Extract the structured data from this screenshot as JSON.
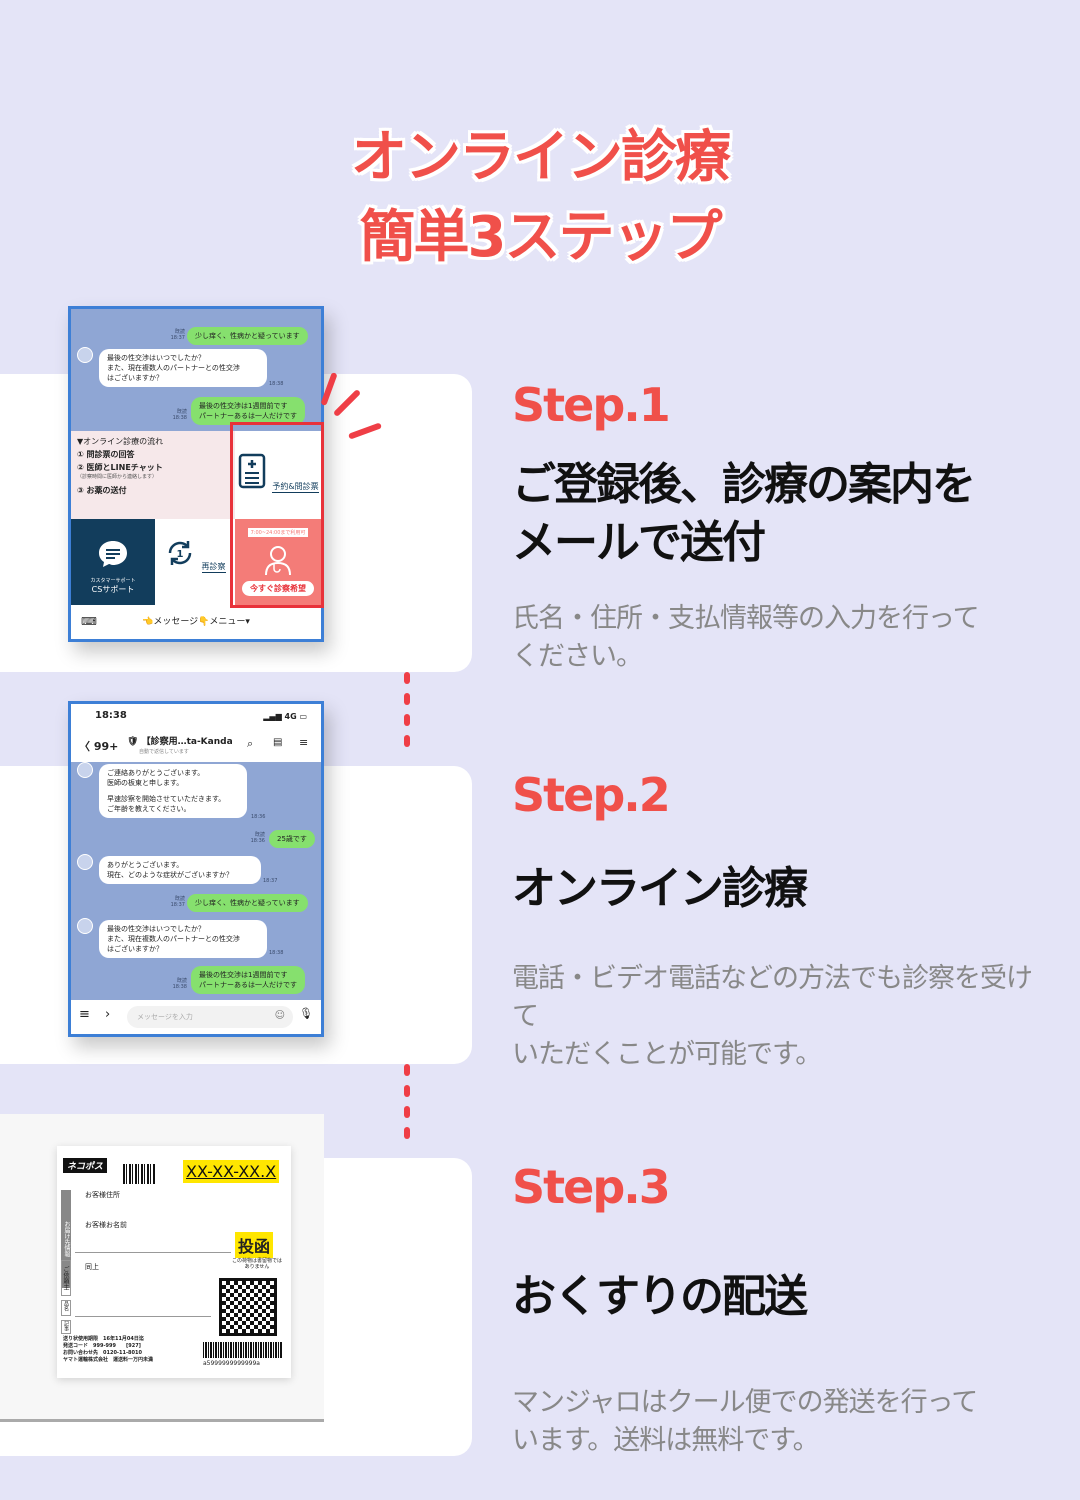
{
  "header": {
    "title_line1": "オンライン診療",
    "title_line2": "簡単3ステップ"
  },
  "steps": [
    {
      "label": "Step.1",
      "heading_line1": "ご登録後、診療の案内を",
      "heading_line2": "メールで送付",
      "desc_line1": "氏名・住所・支払情報等の入力を行って",
      "desc_line2": "ください。"
    },
    {
      "label": "Step.2",
      "heading_line1": "オンライン診療",
      "desc_line1": "電話・ビデオ電話などの方法でも診察を受けて",
      "desc_line2": "いただくことが可能です。"
    },
    {
      "label": "Step.3",
      "heading_line1": "おくすりの配送",
      "desc_line1": "マンジャロはクール便での発送を行って",
      "desc_line2": "います。送料は無料です。"
    }
  ],
  "shot1": {
    "msg_symptom": "少し痒く、性病かと疑っています",
    "msg_symptom_time": "既読\n18:37",
    "msg_q_line1": "最後の性交渉はいつでしたか？",
    "msg_q_line2": "また、現在複数人のパートナーとの性交渉",
    "msg_q_line3": "はございますか？",
    "msg_q_time": "18:38",
    "msg_a_line1": "最後の性交渉は1週間前です",
    "msg_a_line2": "パートナーあるは一人だけです",
    "msg_a_time": "既読\n18:38",
    "flow_title": "▼オンライン診療の流れ",
    "flow_1": "① 問診票の回答",
    "flow_2": "② 医師とLINEチャット",
    "flow_2_note": "（診察時間に医師から連絡します）",
    "flow_3": "③ お薬の送付",
    "yoyaku_label": "予約&問診票",
    "hours_badge": "7:00~24:00まで利用可",
    "now_label": "今すぐ診察希望",
    "cs_small": "カスタマーサポート",
    "cs_label": "CSサポート",
    "re_label": "再診察",
    "bottom_menu": "👈メッセージ👇メニュー▾"
  },
  "shot2": {
    "time": "18:38",
    "signal": "4G",
    "back_count": "99+",
    "chat_title": "【診察用…ta-Kanda",
    "chat_sub": "自動で返信しています",
    "m1_line1": "ご連絡ありがとうございます。",
    "m1_line2": "医師の板東と申します。",
    "m1_line3": "早速診察を開始させていただきます。",
    "m1_line4": "ご年齢を教えてください。",
    "m1_time": "18:36",
    "m2": "25歳です",
    "m2_time": "既読\n18:36",
    "m3_line1": "ありがとうございます。",
    "m3_line2": "現在、どのような症状がございますか？",
    "m3_time": "18:37",
    "m4": "少し痒く、性病かと疑っています",
    "m4_time": "既読\n18:37",
    "m5_line1": "最後の性交渉はいつでしたか？",
    "m5_line2": "また、現在複数人のパートナーとの性交渉",
    "m5_line3": "はございますか？",
    "m5_time": "18:38",
    "m6_line1": "最後の性交渉は1週間前です",
    "m6_line2": "パートナーあるは一人だけです",
    "m6_time": "既読\n18:38",
    "input_placeholder": "メッセージを入力"
  },
  "parcel": {
    "brand": "ネコポス",
    "code": "XX-XX-XX.X",
    "addr_label": "お客様住所",
    "name_label": "お客様お名前",
    "dest_side": "お届け先情報",
    "same": "同上",
    "sender_side": "ご依頼主",
    "item_side": "品名",
    "note_side": "記事",
    "toukan": "投函",
    "toukan_note": "この荷物は書留物ではありません",
    "foot1": "送り状使用期限　16年11月04日迄",
    "foot2": "発送コード　999-999　　[927]",
    "foot3": "お問い合わせ先　0120-11-8010",
    "foot4": "ヤマト運輸株式会社　運送料一万円未満",
    "barcode_num": "a5999999999999a"
  },
  "colors": {
    "accent": "#f0504a",
    "background": "#e4e4f7",
    "frame": "#3d7fd6"
  }
}
